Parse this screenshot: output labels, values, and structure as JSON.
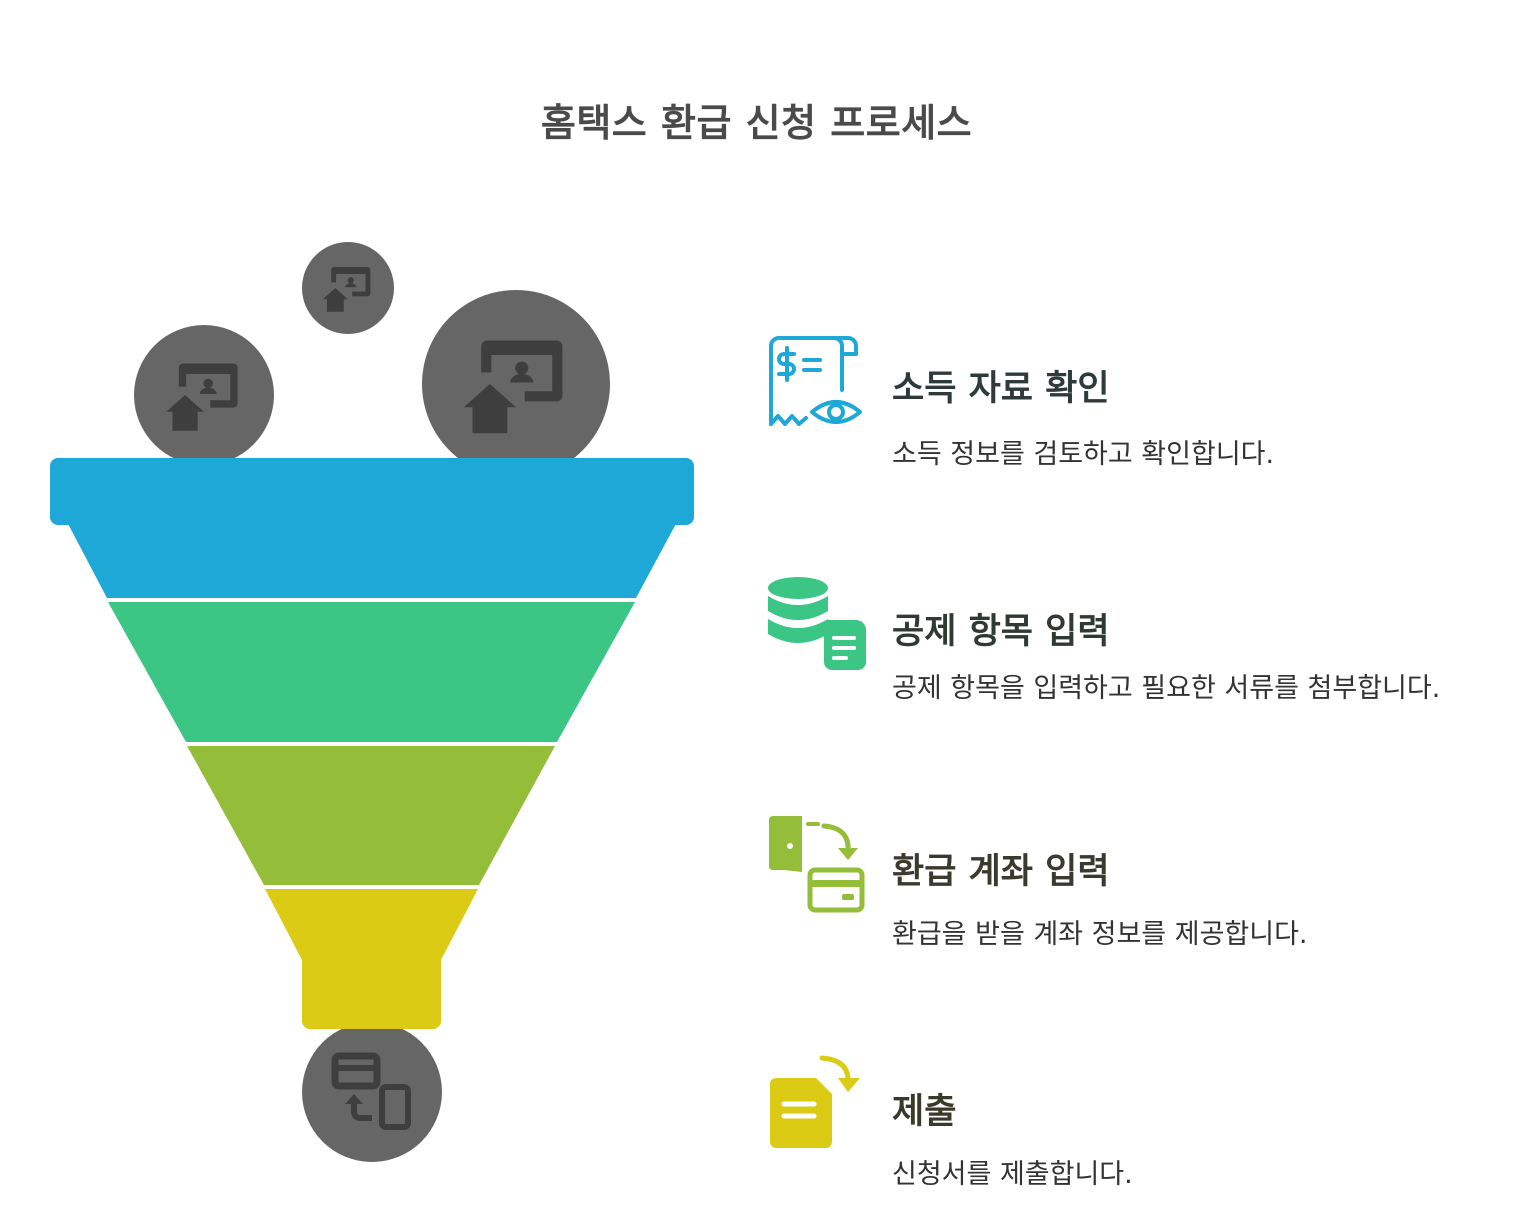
{
  "title": "홈택스 환급 신청 프로세스",
  "colors": {
    "blue": "#1ea8d8",
    "green": "#3cc686",
    "lime": "#94bd3a",
    "yellow": "#dccb14",
    "circle_gray": "#666666",
    "icon_dark": "#3e3e3e",
    "text_dark": "#333333"
  },
  "steps": [
    {
      "title": "소득 자료 확인",
      "description": "소득 정보를 검토하고 확인합니다.",
      "color": "#1ea8d8",
      "icon": "receipt-eye-icon"
    },
    {
      "title": "공제 항목 입력",
      "description": "공제 항목을 입력하고 필요한 서류를 첨부합니다.",
      "color": "#3cc686",
      "icon": "database-document-icon"
    },
    {
      "title": "환급 계좌 입력",
      "description": "환급을 받을 계좌 정보를 제공합니다.",
      "color": "#94bd3a",
      "icon": "door-card-icon"
    },
    {
      "title": "제출",
      "description": "신청서를 제출합니다.",
      "color": "#dccb14",
      "icon": "document-arrow-icon"
    }
  ],
  "funnel": {
    "input_icons": [
      "home-screen-icon",
      "home-screen-icon",
      "home-screen-icon"
    ],
    "output_icon": "card-phone-icon"
  }
}
